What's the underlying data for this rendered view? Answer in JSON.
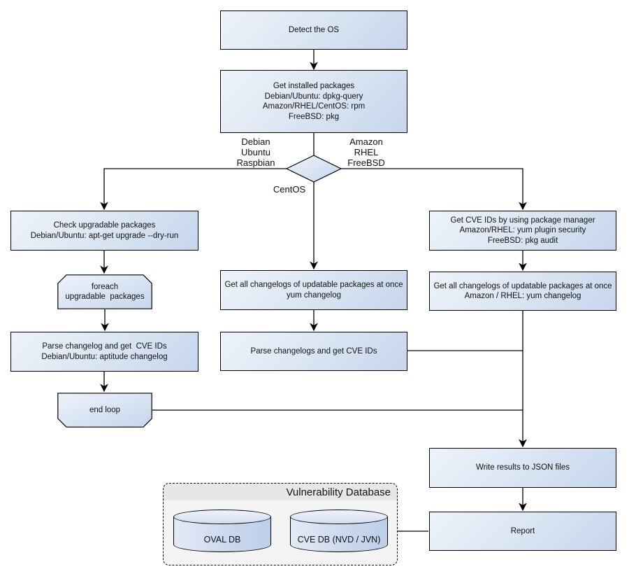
{
  "colors": {
    "box_gradient_start": "#eef3fa",
    "box_gradient_end": "#c6d6ec",
    "node_border": "#000000",
    "connector": "#000000",
    "container_fill": "#f4f4f4",
    "container_header": "#e7e7e7"
  },
  "nodes": {
    "detect_os": {
      "lines": [
        "Detect the OS"
      ]
    },
    "get_installed": {
      "lines": [
        "Get installed packages",
        "Debian/Ubuntu: dpkg-query",
        "Amazon/RHEL/CentOS: rpm",
        "FreeBSD: pkg"
      ]
    },
    "check_upgradable": {
      "lines": [
        "Check upgradable packages",
        "Debian/Ubuntu: apt-get upgrade --dry-run"
      ]
    },
    "foreach_loop": {
      "lines": [
        "foreach",
        "upgradable  packages"
      ]
    },
    "parse_changelog_deb": {
      "lines": [
        "Parse changelog and get  CVE IDs",
        "Debian/Ubuntu: aptitude changelog"
      ]
    },
    "end_loop": {
      "lines": [
        "end loop"
      ]
    },
    "get_changelogs_centos": {
      "lines": [
        "Get all changelogs of updatable packages at once",
        "yum changelog"
      ]
    },
    "parse_changelogs_centos": {
      "lines": [
        "Parse changelogs and get CVE IDs"
      ]
    },
    "get_cve_pkg_mgr": {
      "lines": [
        "Get CVE IDs by using package manager",
        "Amazon/RHEL: yum plugin security",
        "FreeBSD: pkg audit"
      ]
    },
    "get_changelogs_amazon": {
      "lines": [
        "Get all changelogs of updatable packages at once",
        "Amazon / RHEL: yum changelog"
      ]
    },
    "write_results": {
      "lines": [
        "Write results to JSON files"
      ]
    },
    "report": {
      "lines": [
        "Report"
      ]
    }
  },
  "decision": {
    "branch_left": [
      "Debian",
      "Ubuntu",
      "Raspbian"
    ],
    "branch_right": [
      "Amazon",
      "RHEL",
      "FreeBSD"
    ],
    "branch_down": "CentOS"
  },
  "database": {
    "title": "Vulnerability Database",
    "cylinders": [
      {
        "label": "OVAL DB"
      },
      {
        "label": "CVE DB (NVD / JVN)"
      }
    ]
  }
}
